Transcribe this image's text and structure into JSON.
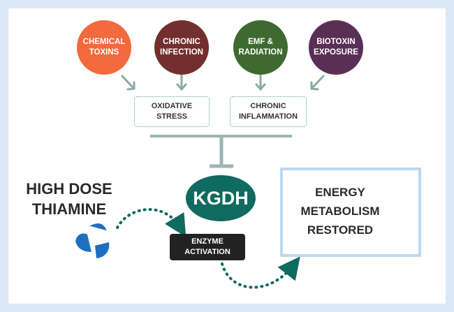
{
  "colors": {
    "background": "#dbe8f6",
    "chemical": "#f26a3d",
    "infection": "#722f2e",
    "emf": "#3e6a31",
    "biotoxin": "#5a2f55",
    "teal": "#0f6a5f",
    "arrow_gray": "#8aaaa7",
    "dark_box": "#222222",
    "blue_icon": "#1f6fc0",
    "border_blue": "#bcd9f1"
  },
  "causes": [
    {
      "label": "CHEMICAL\nTOXINS"
    },
    {
      "label": "CHRONIC\nINFECTION"
    },
    {
      "label": "EMF &\nRADIATION"
    },
    {
      "label": "BIOTOXIN\nEXPOSURE"
    }
  ],
  "effects": {
    "oxidative": "OXIDATIVE\nSTRESS",
    "inflammation": "CHRONIC\nINFLAMMATION"
  },
  "enzyme": {
    "name": "KGDH",
    "activation": "ENZYME\nACTIVATION"
  },
  "treatment": {
    "label": "HIGH DOSE\nTHIAMINE",
    "icon": "pill-fragments-icon"
  },
  "outcome": {
    "label": "ENERGY\nMETABOLISM\nRESTORED",
    "icon": "up-arrow-icon"
  }
}
